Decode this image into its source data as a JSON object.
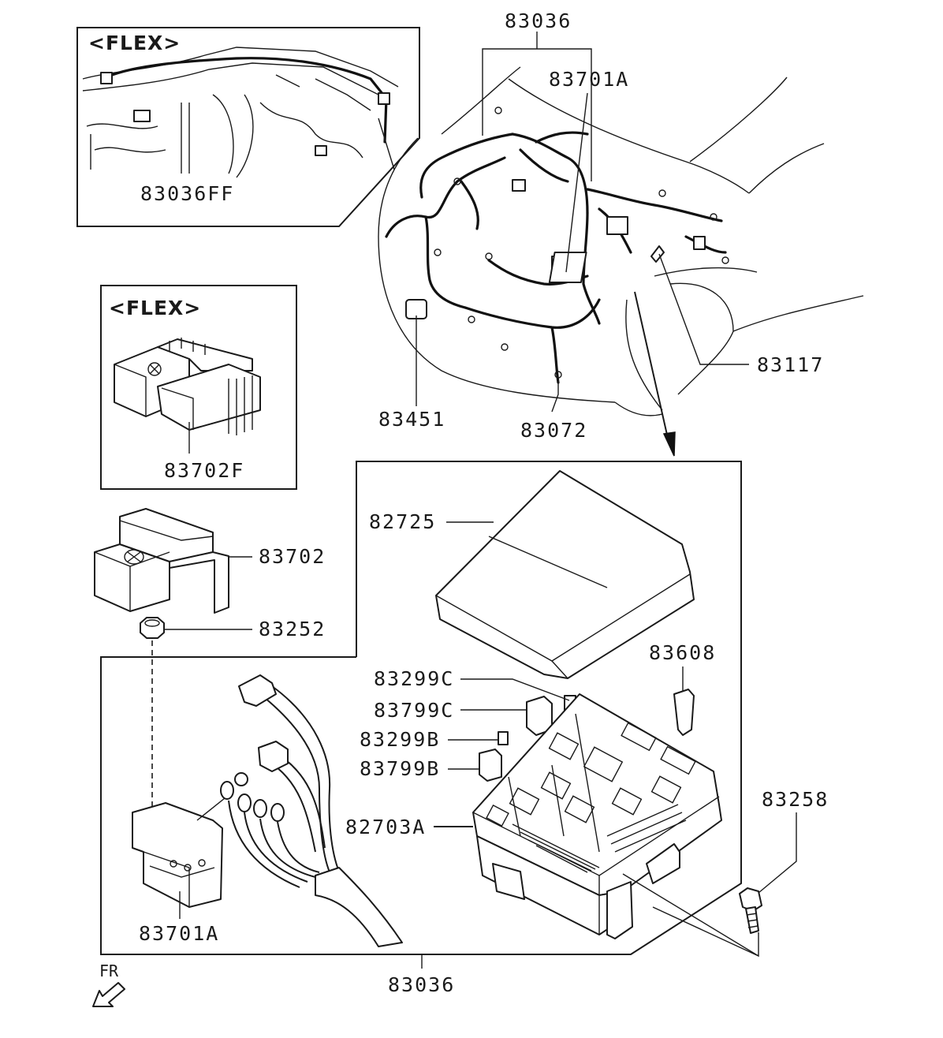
{
  "callouts": {
    "flex_top": "<FLEX>",
    "flex_mid": "<FLEX>",
    "p83036_top": "83036",
    "p83701A_top": "83701A",
    "p83036FF": "83036FF",
    "p83117": "83117",
    "p83451": "83451",
    "p83072": "83072",
    "p83702F": "83702F",
    "p82725": "82725",
    "p83702": "83702",
    "p83252": "83252",
    "p83608": "83608",
    "p83299C": "83299C",
    "p83799C": "83799C",
    "p83299B": "83299B",
    "p83799B": "83799B",
    "p82703A": "82703A",
    "p83258": "83258",
    "p83701A_bottom": "83701A",
    "p83036_bottom": "83036",
    "fr": "FR"
  }
}
